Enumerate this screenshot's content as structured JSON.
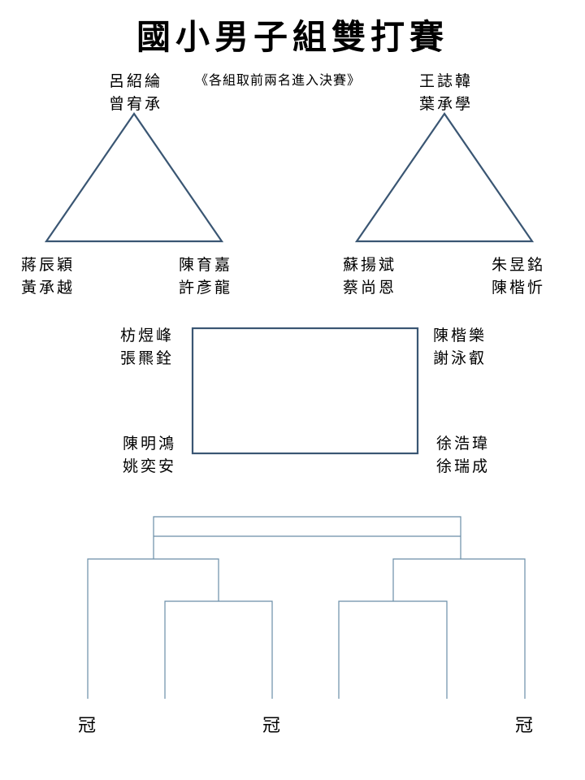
{
  "title": "國小男子組雙打賽",
  "note": "《各組取前兩名進入決賽》",
  "colors": {
    "shape_stroke": "#3a5673",
    "bracket_stroke": "#6a8ea8"
  },
  "groups": [
    {
      "shape": "triangle",
      "pairs": [
        [
          "呂紹綸",
          "曾宥承"
        ],
        [
          "蔣辰穎",
          "黃承越"
        ],
        [
          "陳育嘉",
          "許彥龍"
        ]
      ]
    },
    {
      "shape": "triangle",
      "pairs": [
        [
          "王誌韓",
          "葉承學"
        ],
        [
          "蘇揚斌",
          "蔡尚恩"
        ],
        [
          "朱昱銘",
          "陳楷忻"
        ]
      ]
    },
    {
      "shape": "square",
      "pairs": [
        [
          "枋煜峰",
          "張羆銓"
        ],
        [
          "陳楷樂",
          "謝泳叡"
        ],
        [
          "陳明鴻",
          "姚奕安"
        ],
        [
          "徐浩瑋",
          "徐瑞成"
        ]
      ]
    }
  ],
  "bracket": {
    "crowns": [
      "冠",
      "冠",
      "冠"
    ]
  }
}
